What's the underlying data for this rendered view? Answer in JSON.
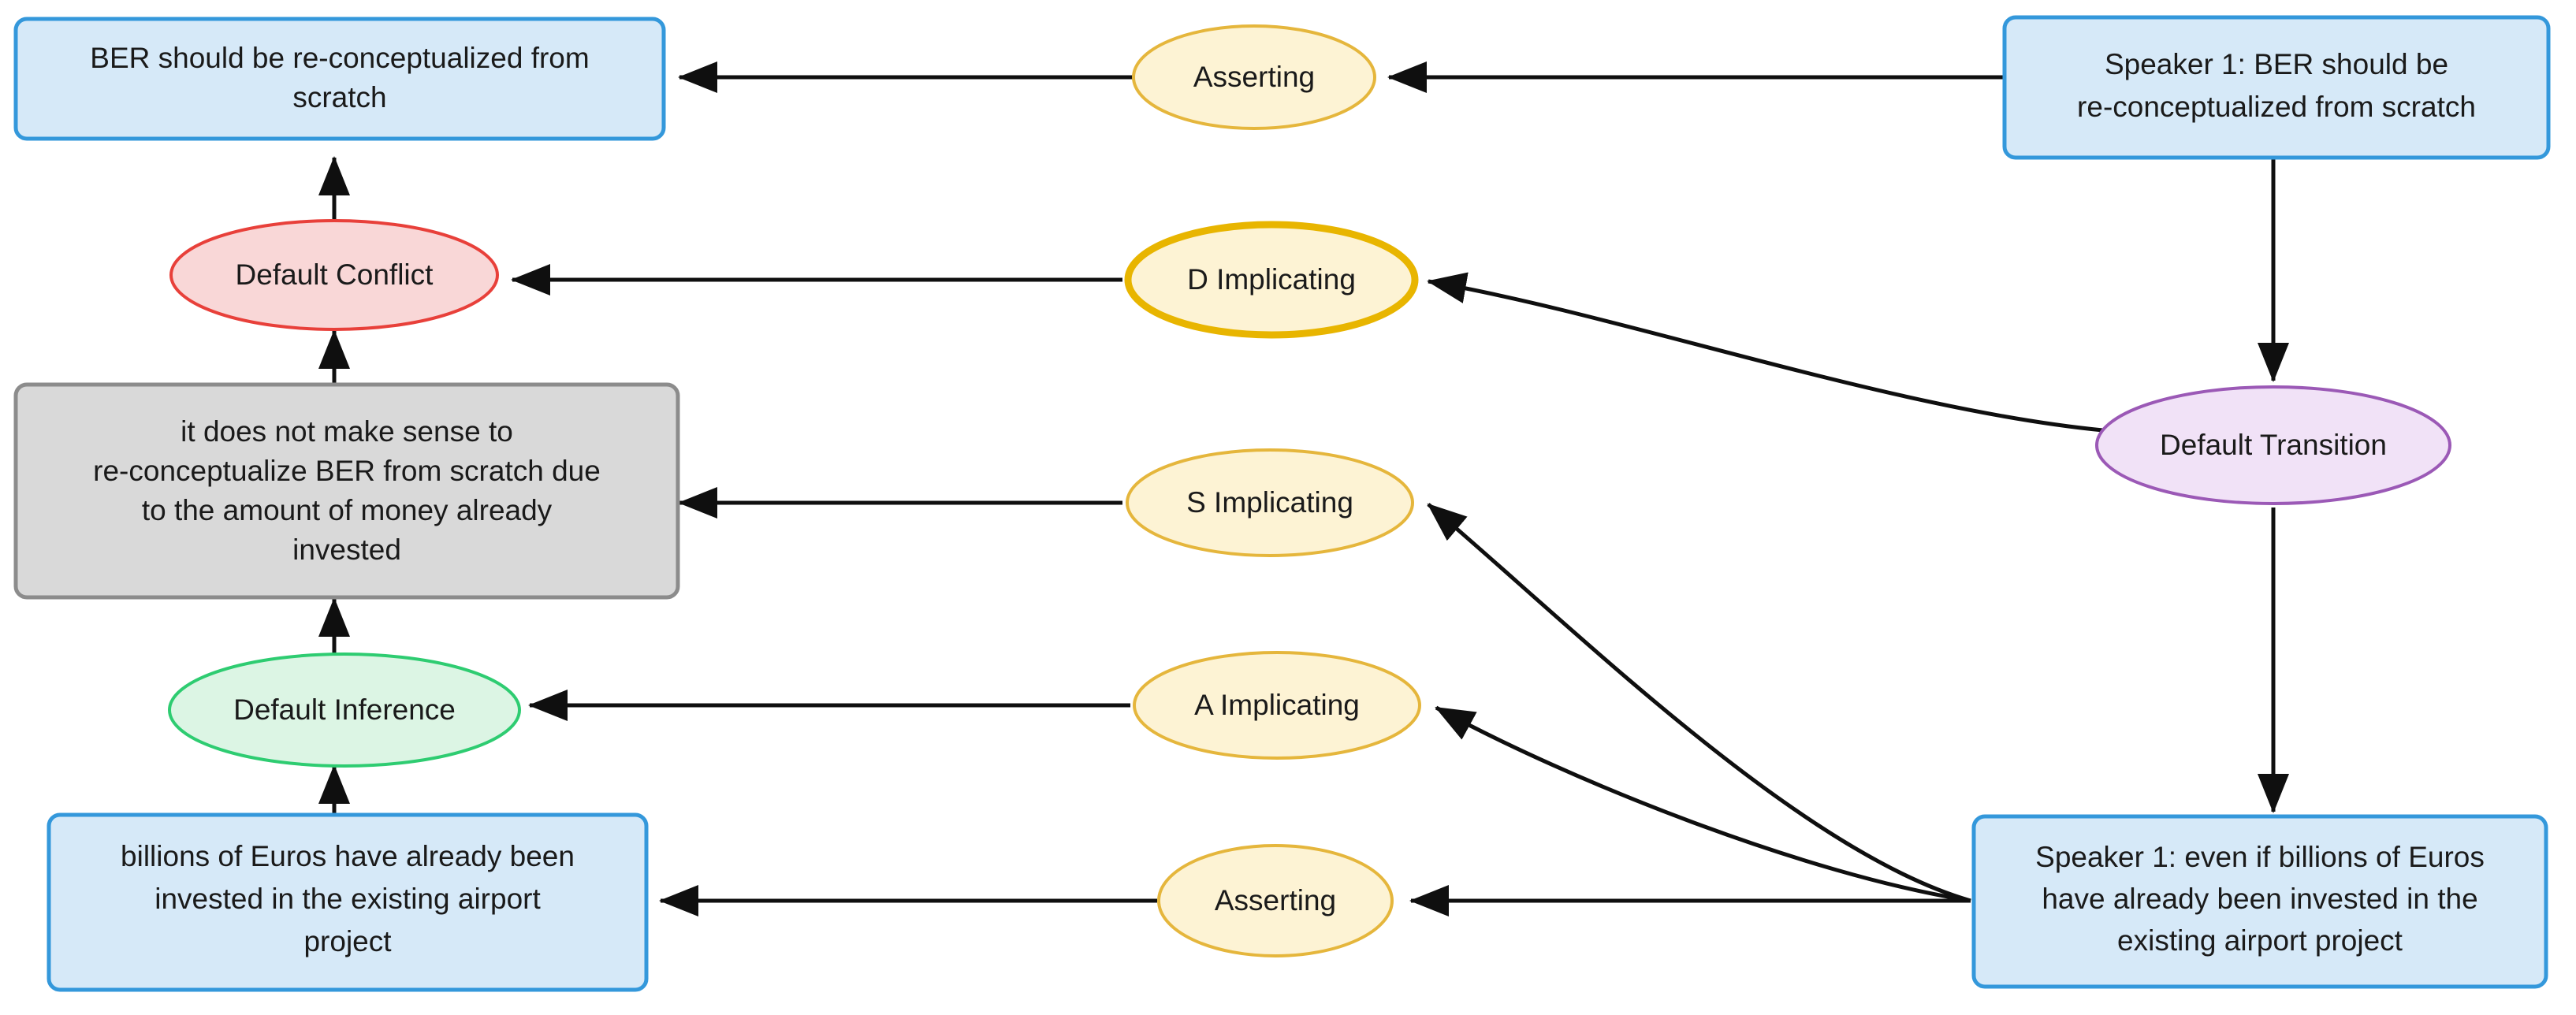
{
  "diagram": {
    "type": "argument-structure-graph",
    "background": "#ffffff",
    "palette": {
      "proposition_fill": "#d6e9f8",
      "proposition_stroke": "#3498db",
      "locution_fill": "#d6e9f8",
      "locution_stroke": "#3498db",
      "conflict_fill": "#f9d7d7",
      "conflict_stroke": "#e8403a",
      "inference_fill": "#dcf5e4",
      "inference_stroke": "#2ecc71",
      "transition_fill": "#f1e2f7",
      "transition_stroke": "#9b59b6",
      "illocution_fill": "#fdf3d4",
      "illocution_stroke": "#e5b63c",
      "illocution_stroke_highlight": "#e8b500",
      "edge_color": "#0f0f0f",
      "text_color": "#1a1a1a"
    },
    "nodes": [
      {
        "id": "prop-ber-reconceptualized",
        "kind": "proposition-box",
        "lines": [
          "BER should be re-conceptualized from",
          "scratch"
        ]
      },
      {
        "id": "conflict-default",
        "kind": "conflict-ellipse",
        "lines": [
          "Default Conflict"
        ]
      },
      {
        "id": "prop-not-make-sense",
        "kind": "proposition-box-grey",
        "lines": [
          "it does not make sense to",
          "re-conceptualize BER from scratch due",
          "to the amount of money already",
          "invested"
        ]
      },
      {
        "id": "inference-default",
        "kind": "inference-ellipse",
        "lines": [
          "Default Inference"
        ]
      },
      {
        "id": "prop-billions-invested",
        "kind": "proposition-box",
        "lines": [
          "billions of Euros have already been",
          "invested in the existing airport",
          "project"
        ]
      },
      {
        "id": "illocution-asserting-top",
        "kind": "illocution-ellipse",
        "lines": [
          "Asserting"
        ]
      },
      {
        "id": "illocution-d-implicating",
        "kind": "illocution-ellipse-highlight",
        "lines": [
          "D Implicating"
        ]
      },
      {
        "id": "illocution-s-implicating",
        "kind": "illocution-ellipse",
        "lines": [
          "S Implicating"
        ]
      },
      {
        "id": "illocution-a-implicating",
        "kind": "illocution-ellipse",
        "lines": [
          "A Implicating"
        ]
      },
      {
        "id": "illocution-asserting-bottom",
        "kind": "illocution-ellipse",
        "lines": [
          "Asserting"
        ]
      },
      {
        "id": "locution-speaker1-ber",
        "kind": "locution-box",
        "lines": [
          "Speaker 1: BER should be",
          "re-conceptualized from scratch"
        ]
      },
      {
        "id": "transition-default",
        "kind": "transition-ellipse",
        "lines": [
          "Default Transition"
        ]
      },
      {
        "id": "locution-speaker1-billions",
        "kind": "locution-box",
        "lines": [
          "Speaker 1: even if billions of Euros",
          "have already been invested in the",
          "existing airport project"
        ]
      }
    ],
    "edges": [
      {
        "id": "e1",
        "from": "locution-speaker1-ber",
        "to": "illocution-asserting-top",
        "style": "straight"
      },
      {
        "id": "e2",
        "from": "illocution-asserting-top",
        "to": "prop-ber-reconceptualized",
        "style": "straight"
      },
      {
        "id": "e3",
        "from": "conflict-default",
        "to": "prop-ber-reconceptualized",
        "style": "straight"
      },
      {
        "id": "e4",
        "from": "prop-not-make-sense",
        "to": "conflict-default",
        "style": "straight"
      },
      {
        "id": "e5",
        "from": "illocution-d-implicating",
        "to": "conflict-default",
        "style": "straight"
      },
      {
        "id": "e6",
        "from": "transition-default",
        "to": "illocution-d-implicating",
        "style": "curved"
      },
      {
        "id": "e7",
        "from": "locution-speaker1-ber",
        "to": "transition-default",
        "style": "straight"
      },
      {
        "id": "e8",
        "from": "transition-default",
        "to": "locution-speaker1-billions",
        "style": "straight"
      },
      {
        "id": "e9",
        "from": "illocution-s-implicating",
        "to": "prop-not-make-sense",
        "style": "straight"
      },
      {
        "id": "e10",
        "from": "locution-speaker1-billions",
        "to": "illocution-s-implicating",
        "style": "curved"
      },
      {
        "id": "e11",
        "from": "inference-default",
        "to": "prop-not-make-sense",
        "style": "straight"
      },
      {
        "id": "e12",
        "from": "illocution-a-implicating",
        "to": "inference-default",
        "style": "straight"
      },
      {
        "id": "e13",
        "from": "locution-speaker1-billions",
        "to": "illocution-a-implicating",
        "style": "curved"
      },
      {
        "id": "e14",
        "from": "prop-billions-invested",
        "to": "inference-default",
        "style": "straight"
      },
      {
        "id": "e15",
        "from": "illocution-asserting-bottom",
        "to": "prop-billions-invested",
        "style": "straight"
      },
      {
        "id": "e16",
        "from": "locution-speaker1-billions",
        "to": "illocution-asserting-bottom",
        "style": "straight"
      }
    ]
  }
}
